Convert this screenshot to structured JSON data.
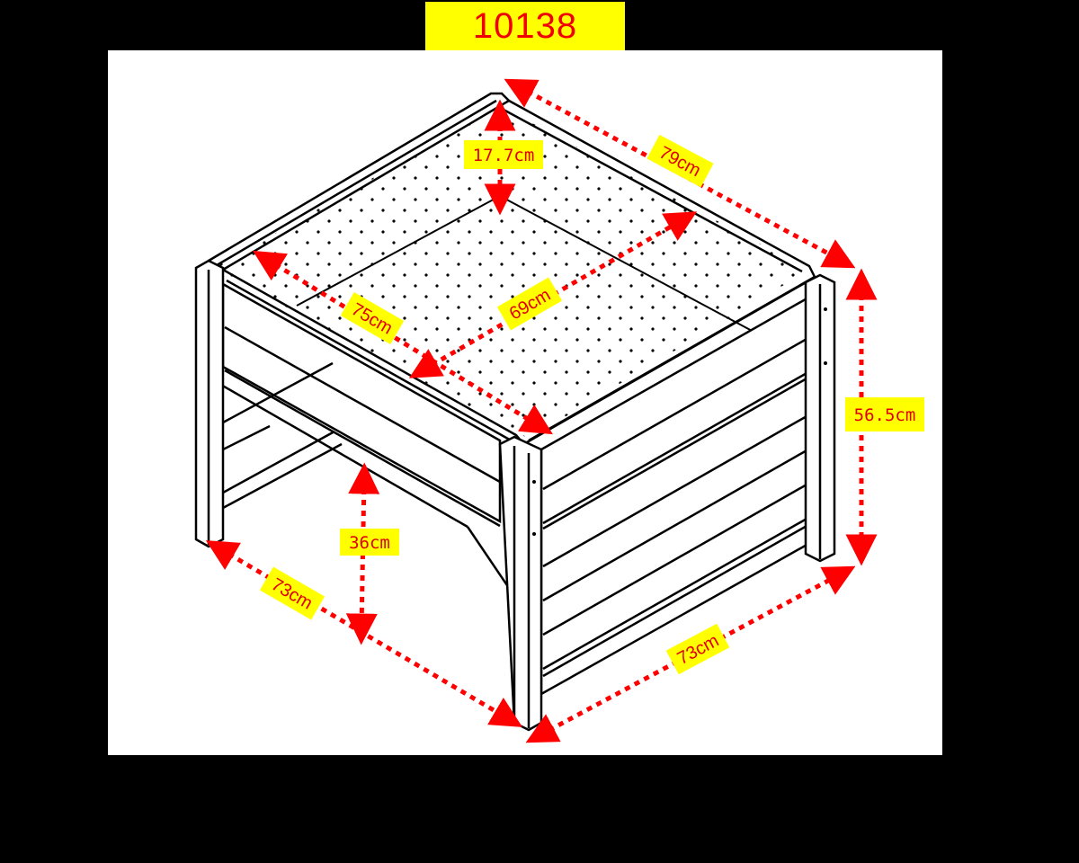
{
  "title": {
    "text": "10138",
    "background": "#ffff00",
    "color": "#f00000"
  },
  "diagram": {
    "subject": "wooden raised planter box with perforated tray, isometric line drawing",
    "background": "#ffffff",
    "line_color": "#000000",
    "dimension_color": "#ff0000",
    "label_background": "#ffff00",
    "dimensions": {
      "tray_depth": "17.7cm",
      "top_length": "79cm",
      "inner_width": "69cm",
      "inner_length": "75cm",
      "total_height": "56.5cm",
      "clearance_height": "36cm",
      "base_left": "73cm",
      "base_right": "73cm"
    }
  }
}
